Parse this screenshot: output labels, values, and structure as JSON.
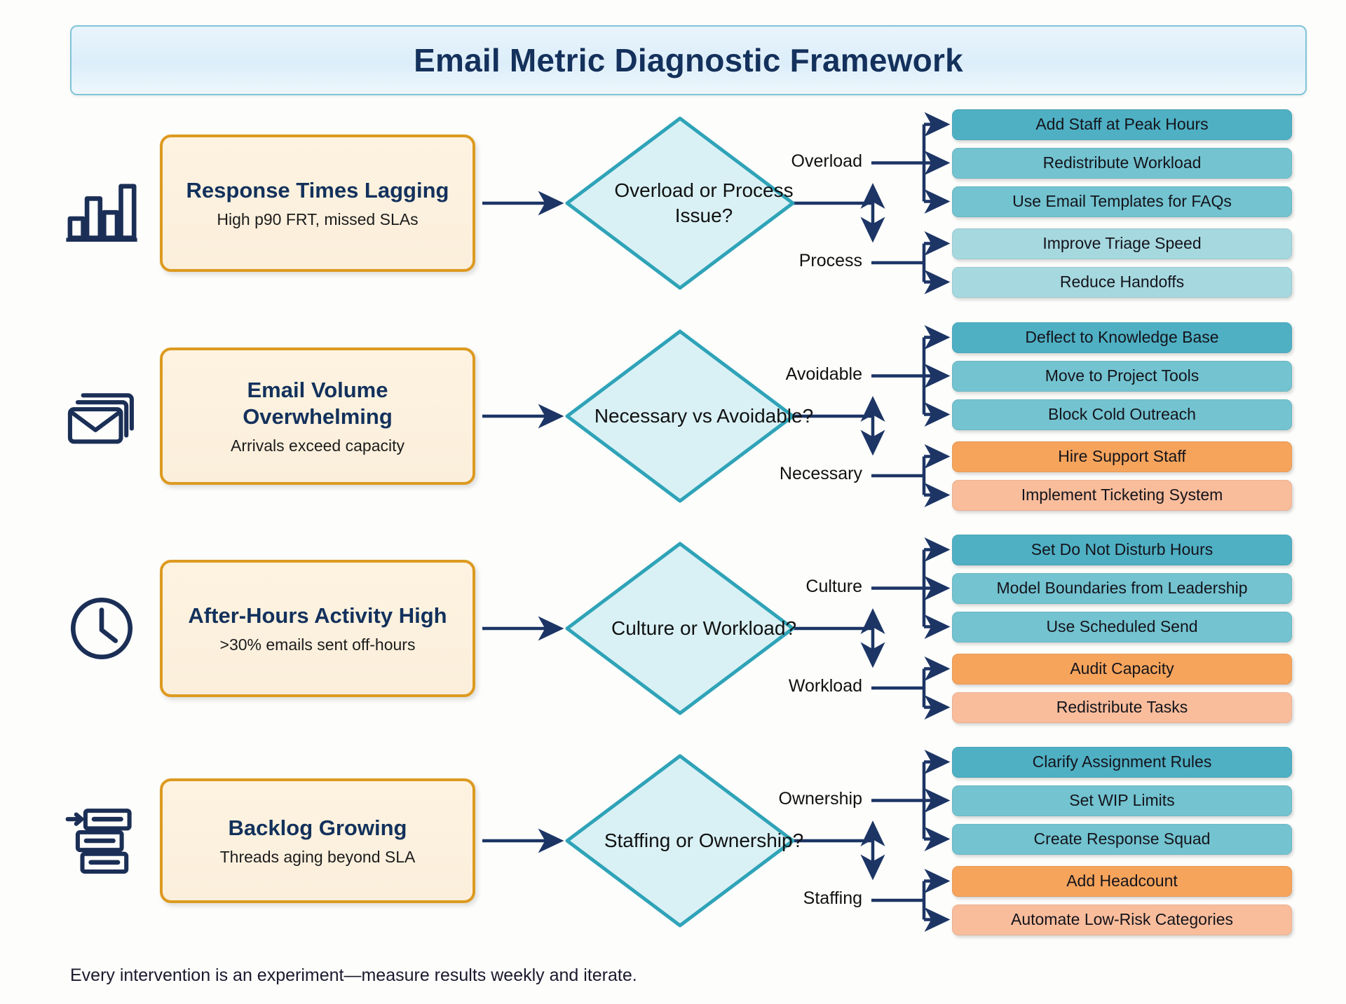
{
  "title": "Email Metric Diagnostic Framework",
  "footer": "Every intervention is an experiment—measure results weekly and iterate.",
  "colors": {
    "title_text": "#13315c",
    "title_banner_border": "#7fc4d8",
    "problem_card_border": "#dd9a20",
    "problem_card_fill": "#fdf3e0",
    "diamond_border": "#2fa3b8",
    "diamond_fill": "#d9f1f5",
    "arrow": "#1c3565",
    "action_teal_dark": "#4fb0c4",
    "action_teal_mid": "#73c3d0",
    "action_teal_light": "#a6d8df",
    "action_orange_dark": "#f6a45c",
    "action_orange_light": "#f9bd9c",
    "icon_stroke": "#1b2f56"
  },
  "rows": [
    {
      "icon": "bar-chart-icon",
      "problem": {
        "title": "Response Times Lagging",
        "subtitle": "High p90 FRT, missed SLAs"
      },
      "decision": "Overload or Process Issue?",
      "branches": [
        {
          "label": "Overload",
          "actions": [
            {
              "text": "Add Staff at Peak Hours",
              "color": "#4fb0c4"
            },
            {
              "text": "Redistribute Workload",
              "color": "#73c3d0"
            },
            {
              "text": "Use Email Templates for FAQs",
              "color": "#73c3d0"
            }
          ]
        },
        {
          "label": "Process",
          "actions": [
            {
              "text": "Improve Triage Speed",
              "color": "#a6d8df"
            },
            {
              "text": "Reduce Handoffs",
              "color": "#a6d8df"
            }
          ]
        }
      ]
    },
    {
      "icon": "stacked-envelopes-icon",
      "problem": {
        "title": "Email Volume Overwhelming",
        "subtitle": "Arrivals exceed capacity"
      },
      "decision": "Necessary vs Avoidable?",
      "branches": [
        {
          "label": "Avoidable",
          "actions": [
            {
              "text": "Deflect to Knowledge Base",
              "color": "#4fb0c4"
            },
            {
              "text": "Move to Project Tools",
              "color": "#73c3d0"
            },
            {
              "text": "Block Cold Outreach",
              "color": "#73c3d0"
            }
          ]
        },
        {
          "label": "Necessary",
          "actions": [
            {
              "text": "Hire Support Staff",
              "color": "#f6a45c"
            },
            {
              "text": "Implement Ticketing System",
              "color": "#f9bd9c"
            }
          ]
        }
      ]
    },
    {
      "icon": "clock-icon",
      "problem": {
        "title": "After-Hours Activity High",
        "subtitle": ">30% emails sent off-hours"
      },
      "decision": "Culture or Workload?",
      "branches": [
        {
          "label": "Culture",
          "actions": [
            {
              "text": "Set Do Not Disturb Hours",
              "color": "#4fb0c4"
            },
            {
              "text": "Model Boundaries from Leadership",
              "color": "#73c3d0"
            },
            {
              "text": "Use Scheduled Send",
              "color": "#73c3d0"
            }
          ]
        },
        {
          "label": "Workload",
          "actions": [
            {
              "text": "Audit Capacity",
              "color": "#f6a45c"
            },
            {
              "text": "Redistribute Tasks",
              "color": "#f9bd9c"
            }
          ]
        }
      ]
    },
    {
      "icon": "backlog-queue-icon",
      "problem": {
        "title": "Backlog Growing",
        "subtitle": "Threads aging beyond SLA"
      },
      "decision": "Staffing or Ownership?",
      "branches": [
        {
          "label": "Ownership",
          "actions": [
            {
              "text": "Clarify Assignment Rules",
              "color": "#4fb0c4"
            },
            {
              "text": "Set WIP Limits",
              "color": "#73c3d0"
            },
            {
              "text": "Create Response Squad",
              "color": "#73c3d0"
            }
          ]
        },
        {
          "label": "Staffing",
          "actions": [
            {
              "text": "Add Headcount",
              "color": "#f6a45c"
            },
            {
              "text": "Automate Low-Risk Categories",
              "color": "#f9bd9c"
            }
          ]
        }
      ]
    }
  ]
}
